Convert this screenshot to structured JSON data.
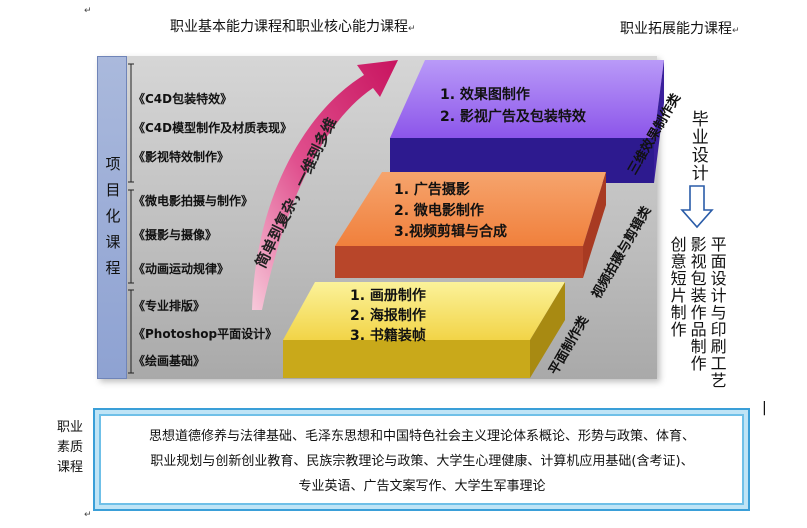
{
  "headers": {
    "core_courses": "职业基本能力课程和职业核心能力课程",
    "extension_courses": "职业拓展能力课程"
  },
  "project_label": [
    "项",
    "目",
    "化",
    "课",
    "程"
  ],
  "courses_left": [
    "《C4D包装特效》",
    "《C4D模型制作及材质表现》",
    "《影视特效制作》",
    "《微电影拍摄与制作》",
    "《摄影与摄像》",
    "《动画运动规律》",
    "《专业排版》",
    "《Photoshop平面设计》",
    "《绘画基础》"
  ],
  "arrow_label": "简单到复杂，一维到多维",
  "steps": [
    {
      "lines": [
        "1. 效果图制作",
        "2. 影视广告及包装特效"
      ],
      "side_label": "三维效果制作类",
      "color": "#8f56e8"
    },
    {
      "lines": [
        "1. 广告摄影",
        "2. 微电影制作",
        "3.视频剪辑与合成"
      ],
      "side_label": "视频拍摄与剪辑类",
      "color": "#f48a4a"
    },
    {
      "lines": [
        "1. 画册制作",
        "2. 海报制作",
        "3. 书籍装帧"
      ],
      "side_label": "平面制作类",
      "color": "#f2ce3c"
    }
  ],
  "graduation": {
    "title": "毕业设计",
    "columns": [
      "平面设计与印刷工艺",
      "影视包装作品制作",
      "创意短片制作"
    ]
  },
  "quality": {
    "label": [
      "职业",
      "素质",
      "课程"
    ],
    "lines": [
      "思想道德修养与法律基础、毛泽东思想和中国特色社会主义理论体系概论、形势与政策、体育、",
      "职业规划与创新创业教育、民族宗教理论与政策、大学生心理健康、计算机应用基础(含考证)、",
      "专业英语、广告文案写作、大学生军事理论"
    ]
  },
  "colors": {
    "panel": "#c4c4c4",
    "project_column": "#9fb0d9",
    "arrow": "#d21f6e",
    "quality_border": "#3a9fd8"
  }
}
